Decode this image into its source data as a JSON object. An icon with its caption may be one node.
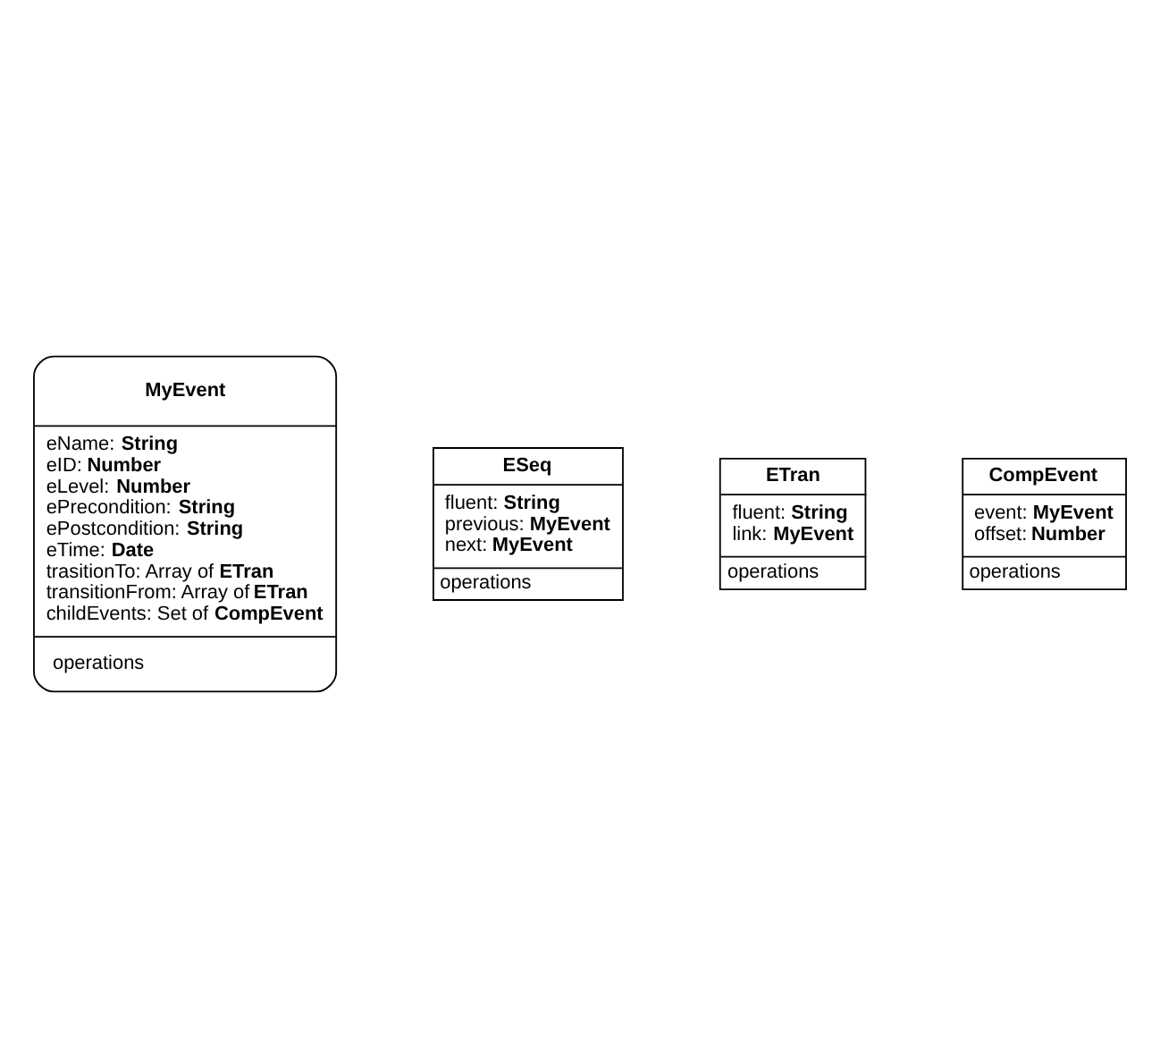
{
  "diagram": {
    "nodes": [
      {
        "text": [
          "MyEvent",
          "eName: **String**",
          "eID: **Number**",
          "eLevel: **Number**",
          "ePrecondition: **String**",
          "ePostcondition: **String**",
          "eTime: **Date**",
          "trasitionTo: Array of **ETran**",
          "transitionFrom: Array of **ETran**",
          "childEvents: Set of **CompEvent**",
          "operations"
        ]
      },
      {
        "text": [
          "ESeq",
          "fluent: **String**",
          "previous: **MyEvent**",
          "next: **MyEvent**",
          "operations"
        ]
      },
      {
        "text": [
          "ETran",
          "fluent: **String**",
          "link: **MyEvent**",
          "operations"
        ]
      },
      {
        "text": [
          "CompEvent",
          "event: **MyEvent**",
          "offset: **Number**",
          "operations"
        ]
      }
    ]
  }
}
